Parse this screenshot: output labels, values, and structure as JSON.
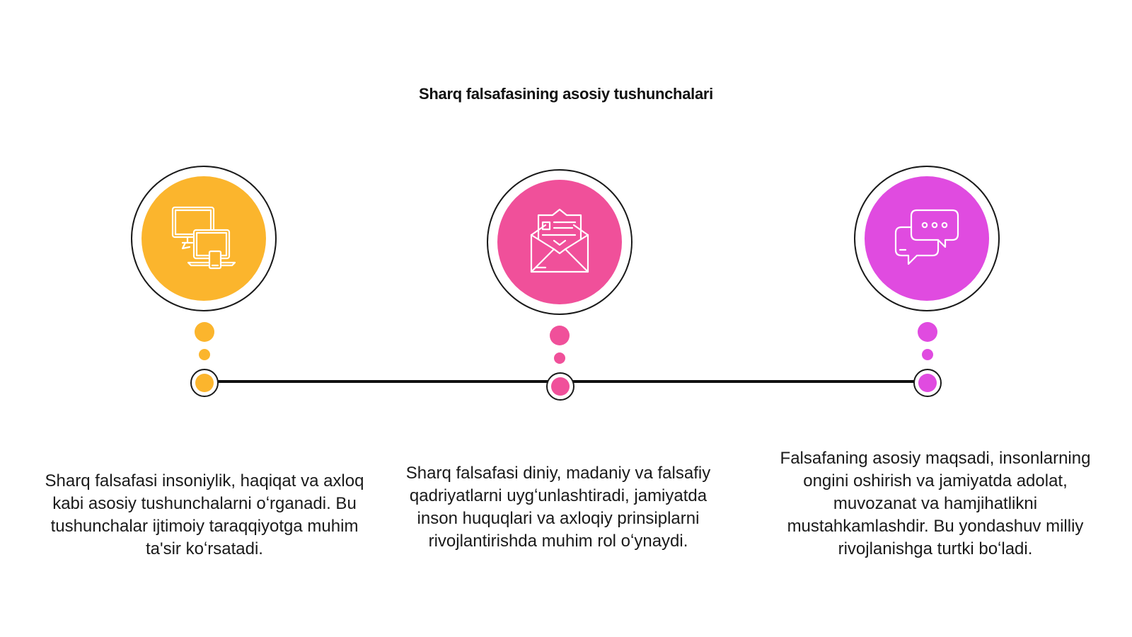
{
  "title": "Sharq falsafasining asosiy tushunchalari",
  "items": [
    {
      "color": "#FBB52D",
      "icon": "devices-icon",
      "text": "Sharq falsafasi insoniylik, haqiqat va axloq kabi asosiy tushunchalarni oʻrganadi. Bu tushunchalar ijtimoiy taraqqiyotga muhim ta'sir koʻrsatadi."
    },
    {
      "color": "#F0509A",
      "icon": "envelope-letter-icon",
      "text": "Sharq falsafasi diniy, madaniy va falsafiy qadriyatlarni uygʻunlashtiradi, jamiyatda inson huquqlari va axloqiy prinsiplarni rivojlantirishda muhim rol oʻynaydi."
    },
    {
      "color": "#E04BE0",
      "icon": "chat-bubbles-icon",
      "text": "Falsafaning asosiy maqsadi, insonlarning ongini oshirish va jamiyatda adolat, muvozanat va hamjihatlikni mustahkamlashdir. Bu yondashuv milliy rivojlanishga turtki boʻladi."
    }
  ]
}
